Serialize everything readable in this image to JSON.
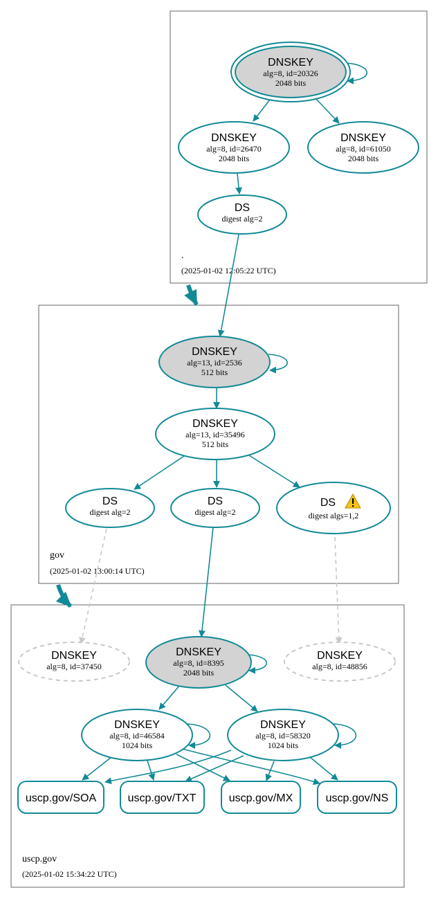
{
  "zones": {
    "root": {
      "name": ".",
      "timestamp": "(2025-01-02 12:05:22 UTC)"
    },
    "gov": {
      "name": "gov",
      "timestamp": "(2025-01-02 13:00:14 UTC)"
    },
    "uscp": {
      "name": "uscp.gov",
      "timestamp": "(2025-01-02 15:34:22 UTC)"
    }
  },
  "nodes": {
    "root_ksk": {
      "title": "DNSKEY",
      "line1": "alg=8, id=20326",
      "line2": "2048 bits"
    },
    "root_zsk1": {
      "title": "DNSKEY",
      "line1": "alg=8, id=26470",
      "line2": "2048 bits"
    },
    "root_zsk2": {
      "title": "DNSKEY",
      "line1": "alg=8, id=61050",
      "line2": "2048 bits"
    },
    "root_ds": {
      "title": "DS",
      "line1": "digest alg=2"
    },
    "gov_ksk": {
      "title": "DNSKEY",
      "line1": "alg=13, id=2536",
      "line2": "512 bits"
    },
    "gov_zsk": {
      "title": "DNSKEY",
      "line1": "alg=13, id=35496",
      "line2": "512 bits"
    },
    "gov_ds1": {
      "title": "DS",
      "line1": "digest alg=2"
    },
    "gov_ds2": {
      "title": "DS",
      "line1": "digest alg=2"
    },
    "gov_ds3": {
      "title": "DS",
      "line1": "digest algs=1,2"
    },
    "uscp_missing1": {
      "title": "DNSKEY",
      "line1": "alg=8, id=37450"
    },
    "uscp_ksk": {
      "title": "DNSKEY",
      "line1": "alg=8, id=8395",
      "line2": "2048 bits"
    },
    "uscp_missing2": {
      "title": "DNSKEY",
      "line1": "alg=8, id=48856"
    },
    "uscp_zsk1": {
      "title": "DNSKEY",
      "line1": "alg=8, id=46584",
      "line2": "1024 bits"
    },
    "uscp_zsk2": {
      "title": "DNSKEY",
      "line1": "alg=8, id=58320",
      "line2": "1024 bits"
    }
  },
  "rrsets": {
    "soa": "uscp.gov/SOA",
    "txt": "uscp.gov/TXT",
    "mx": "uscp.gov/MX",
    "ns": "uscp.gov/NS"
  },
  "colors": {
    "edge": "#128a96",
    "ksk_fill": "#d3d3d3",
    "missing": "#c8c8c8",
    "warning": "#f5c518"
  },
  "icons": {
    "warning": "warning-icon"
  }
}
